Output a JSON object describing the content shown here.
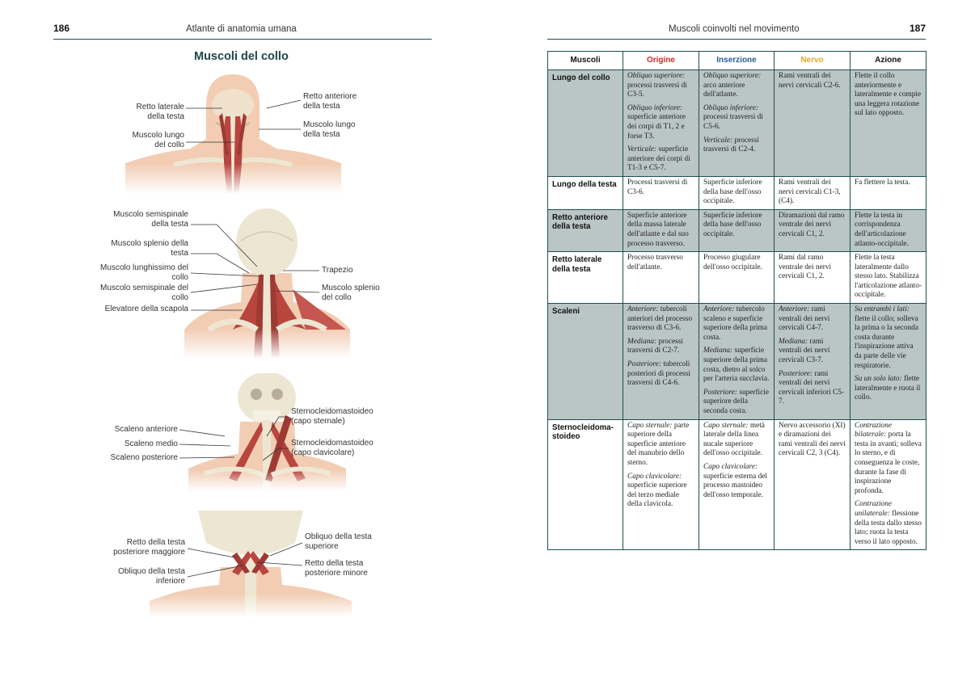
{
  "left_page": {
    "number": "186",
    "header": "Atlante di anatomia umana",
    "title": "Muscoli del collo",
    "figures": [
      {
        "labels": [
          "Retto laterale della testa",
          "Muscolo lungo del collo",
          "Retto anteriore della testa",
          "Muscolo lungo della testa"
        ]
      },
      {
        "labels": [
          "Muscolo semispinale della testa",
          "Muscolo splenio della testa",
          "Muscolo lunghissimo del collo",
          "Muscolo semispinale del collo",
          "Elevatore della scapola",
          "Trapezio",
          "Muscolo splenio del collo"
        ]
      },
      {
        "labels": [
          "Scaleno anteriore",
          "Scaleno medio",
          "Scaleno posteriore",
          "Sternocleidomastoideo (capo sternale)",
          "Sternocleidomastoideo (capo clavicolare)"
        ]
      },
      {
        "labels": [
          "Retto della testa posteriore maggiore",
          "Obliquo della testa inferiore",
          "Obliquo della testa superiore",
          "Retto della testa posteriore minore"
        ]
      }
    ]
  },
  "right_page": {
    "number": "187",
    "header": "Muscoli coinvolti nel movimento",
    "table": {
      "headers": [
        "Muscoli",
        "Origine",
        "Inserzione",
        "Nervo",
        "Azione"
      ],
      "header_colors": [
        "#111111",
        "#d0282a",
        "#2a5a9a",
        "#e8a628",
        "#111111"
      ],
      "rows": [
        {
          "name": "Lungo del collo",
          "origine": [
            [
              "Obliquo superiore",
              "processi trasversi di C3-5."
            ],
            [
              "Obliquo inferiore",
              "superficie anteriore dei corpi di T1, 2 e forse T3."
            ],
            [
              "Verticale",
              "superficie anteriore dei corpi di T1-3 e C5-7."
            ]
          ],
          "inserzione": [
            [
              "Obliquo superiore",
              "arco anteriore dell'atlante."
            ],
            [
              "Obliquo inferiore",
              "processi trasversi di C5-6."
            ],
            [
              "Verticale",
              "processi trasversi di C2-4."
            ]
          ],
          "nervo": [
            [
              "",
              "Rami ventrali dei nervi cervicali C2-6."
            ]
          ],
          "azione": [
            [
              "",
              "Flette il collo anteriormente e lateralmente e compie una leggera rotazione sul lato opposto."
            ]
          ]
        },
        {
          "name": "Lungo della testa",
          "origine": [
            [
              "",
              "Processi trasversi di C3-6."
            ]
          ],
          "inserzione": [
            [
              "",
              "Superficie inferiore della base dell'osso occipitale."
            ]
          ],
          "nervo": [
            [
              "",
              "Rami ventrali dei nervi cervicali C1-3, (C4)."
            ]
          ],
          "azione": [
            [
              "",
              "Fa flettere la testa."
            ]
          ]
        },
        {
          "name": "Retto anteriore della testa",
          "origine": [
            [
              "",
              "Superficie anteriore della massa laterale dell'atlante e dal suo processo trasverso."
            ]
          ],
          "inserzione": [
            [
              "",
              "Superficie inferiore della base dell'osso occipitale."
            ]
          ],
          "nervo": [
            [
              "",
              "Diramazioni dal ramo ventrale dei nervi cervicali C1, 2."
            ]
          ],
          "azione": [
            [
              "",
              "Flette la testa in corrispondenza dell'articolazione atlanto-occipitale."
            ]
          ]
        },
        {
          "name": "Retto laterale della testa",
          "origine": [
            [
              "",
              "Processo trasverso dell'atlante."
            ]
          ],
          "inserzione": [
            [
              "",
              "Processo giugulare dell'osso occipitale."
            ]
          ],
          "nervo": [
            [
              "",
              "Rami dal ramo ventrale dei nervi cervicali C1, 2."
            ]
          ],
          "azione": [
            [
              "",
              "Flette la testa lateralmente dallo stesso lato. Stabilizza l'articolazione atlanto-occipitale."
            ]
          ]
        },
        {
          "name": "Scaleni",
          "origine": [
            [
              "Anteriore",
              "tubercoli anteriori del processo trasverso di C3-6."
            ],
            [
              "Mediana",
              "processi trasversi di C2-7."
            ],
            [
              "Posteriore",
              "tubercoli posteriori di processi trasversi di C4-6."
            ]
          ],
          "inserzione": [
            [
              "Anteriore",
              "tubercolo scaleno e superficie superiore della prima costa."
            ],
            [
              "Mediana",
              "superficie superiore della prima costa, dietro al solco per l'arteria succlavia."
            ],
            [
              "Posteriore",
              "superficie superiore della seconda costa."
            ]
          ],
          "nervo": [
            [
              "Anteriore",
              "rami ventrali dei nervi cervicali C4-7."
            ],
            [
              "Mediana",
              "rami ventrali dei nervi cervicali C3-7."
            ],
            [
              "Posteriore",
              "rami ventrali dei nervi cervicali inferiori C5-7."
            ]
          ],
          "azione": [
            [
              "Su entrambi i lati:",
              "flette il collo; solleva la prima o la seconda costa durante l'inspirazione attiva da parte delle vie respiratorie."
            ],
            [
              "Su un solo lato:",
              "flette lateralmente e ruota il collo."
            ]
          ]
        },
        {
          "name": "Sternocleidoma-stoideo",
          "origine": [
            [
              "Capo sternale",
              "parte superiore della superficie anteriore del manubrio dello sterno."
            ],
            [
              "Capo clavicolare",
              "superficie superiore del terzo mediale della clavicola."
            ]
          ],
          "inserzione": [
            [
              "Capo sternale",
              "metà laterale della linea nucale superiore dell'osso occipitale."
            ],
            [
              "Capo clavicolare",
              "superficie esterna del processo mastoideo dell'osso temporale."
            ]
          ],
          "nervo": [
            [
              "",
              "Nervo accessorio (XI) e diramazioni dei rami ventrali dei nervi cervicali C2, 3 (C4)."
            ]
          ],
          "azione": [
            [
              "Contrazione bilaterale",
              "porta la testa in avanti; solleva lo sterno, e di conseguenza le coste, durante la fase di inspirazione profonda."
            ],
            [
              "Contrazione unilaterale",
              "flessione della testa dallo stesso lato; ruota la testa verso il lato opposto."
            ]
          ]
        }
      ]
    }
  },
  "colors": {
    "accent": "#1f4747",
    "shade": "#b9c6c4",
    "muscle": "#b8463e",
    "bone": "#ede6d2",
    "skin": "#f2cdb4"
  }
}
